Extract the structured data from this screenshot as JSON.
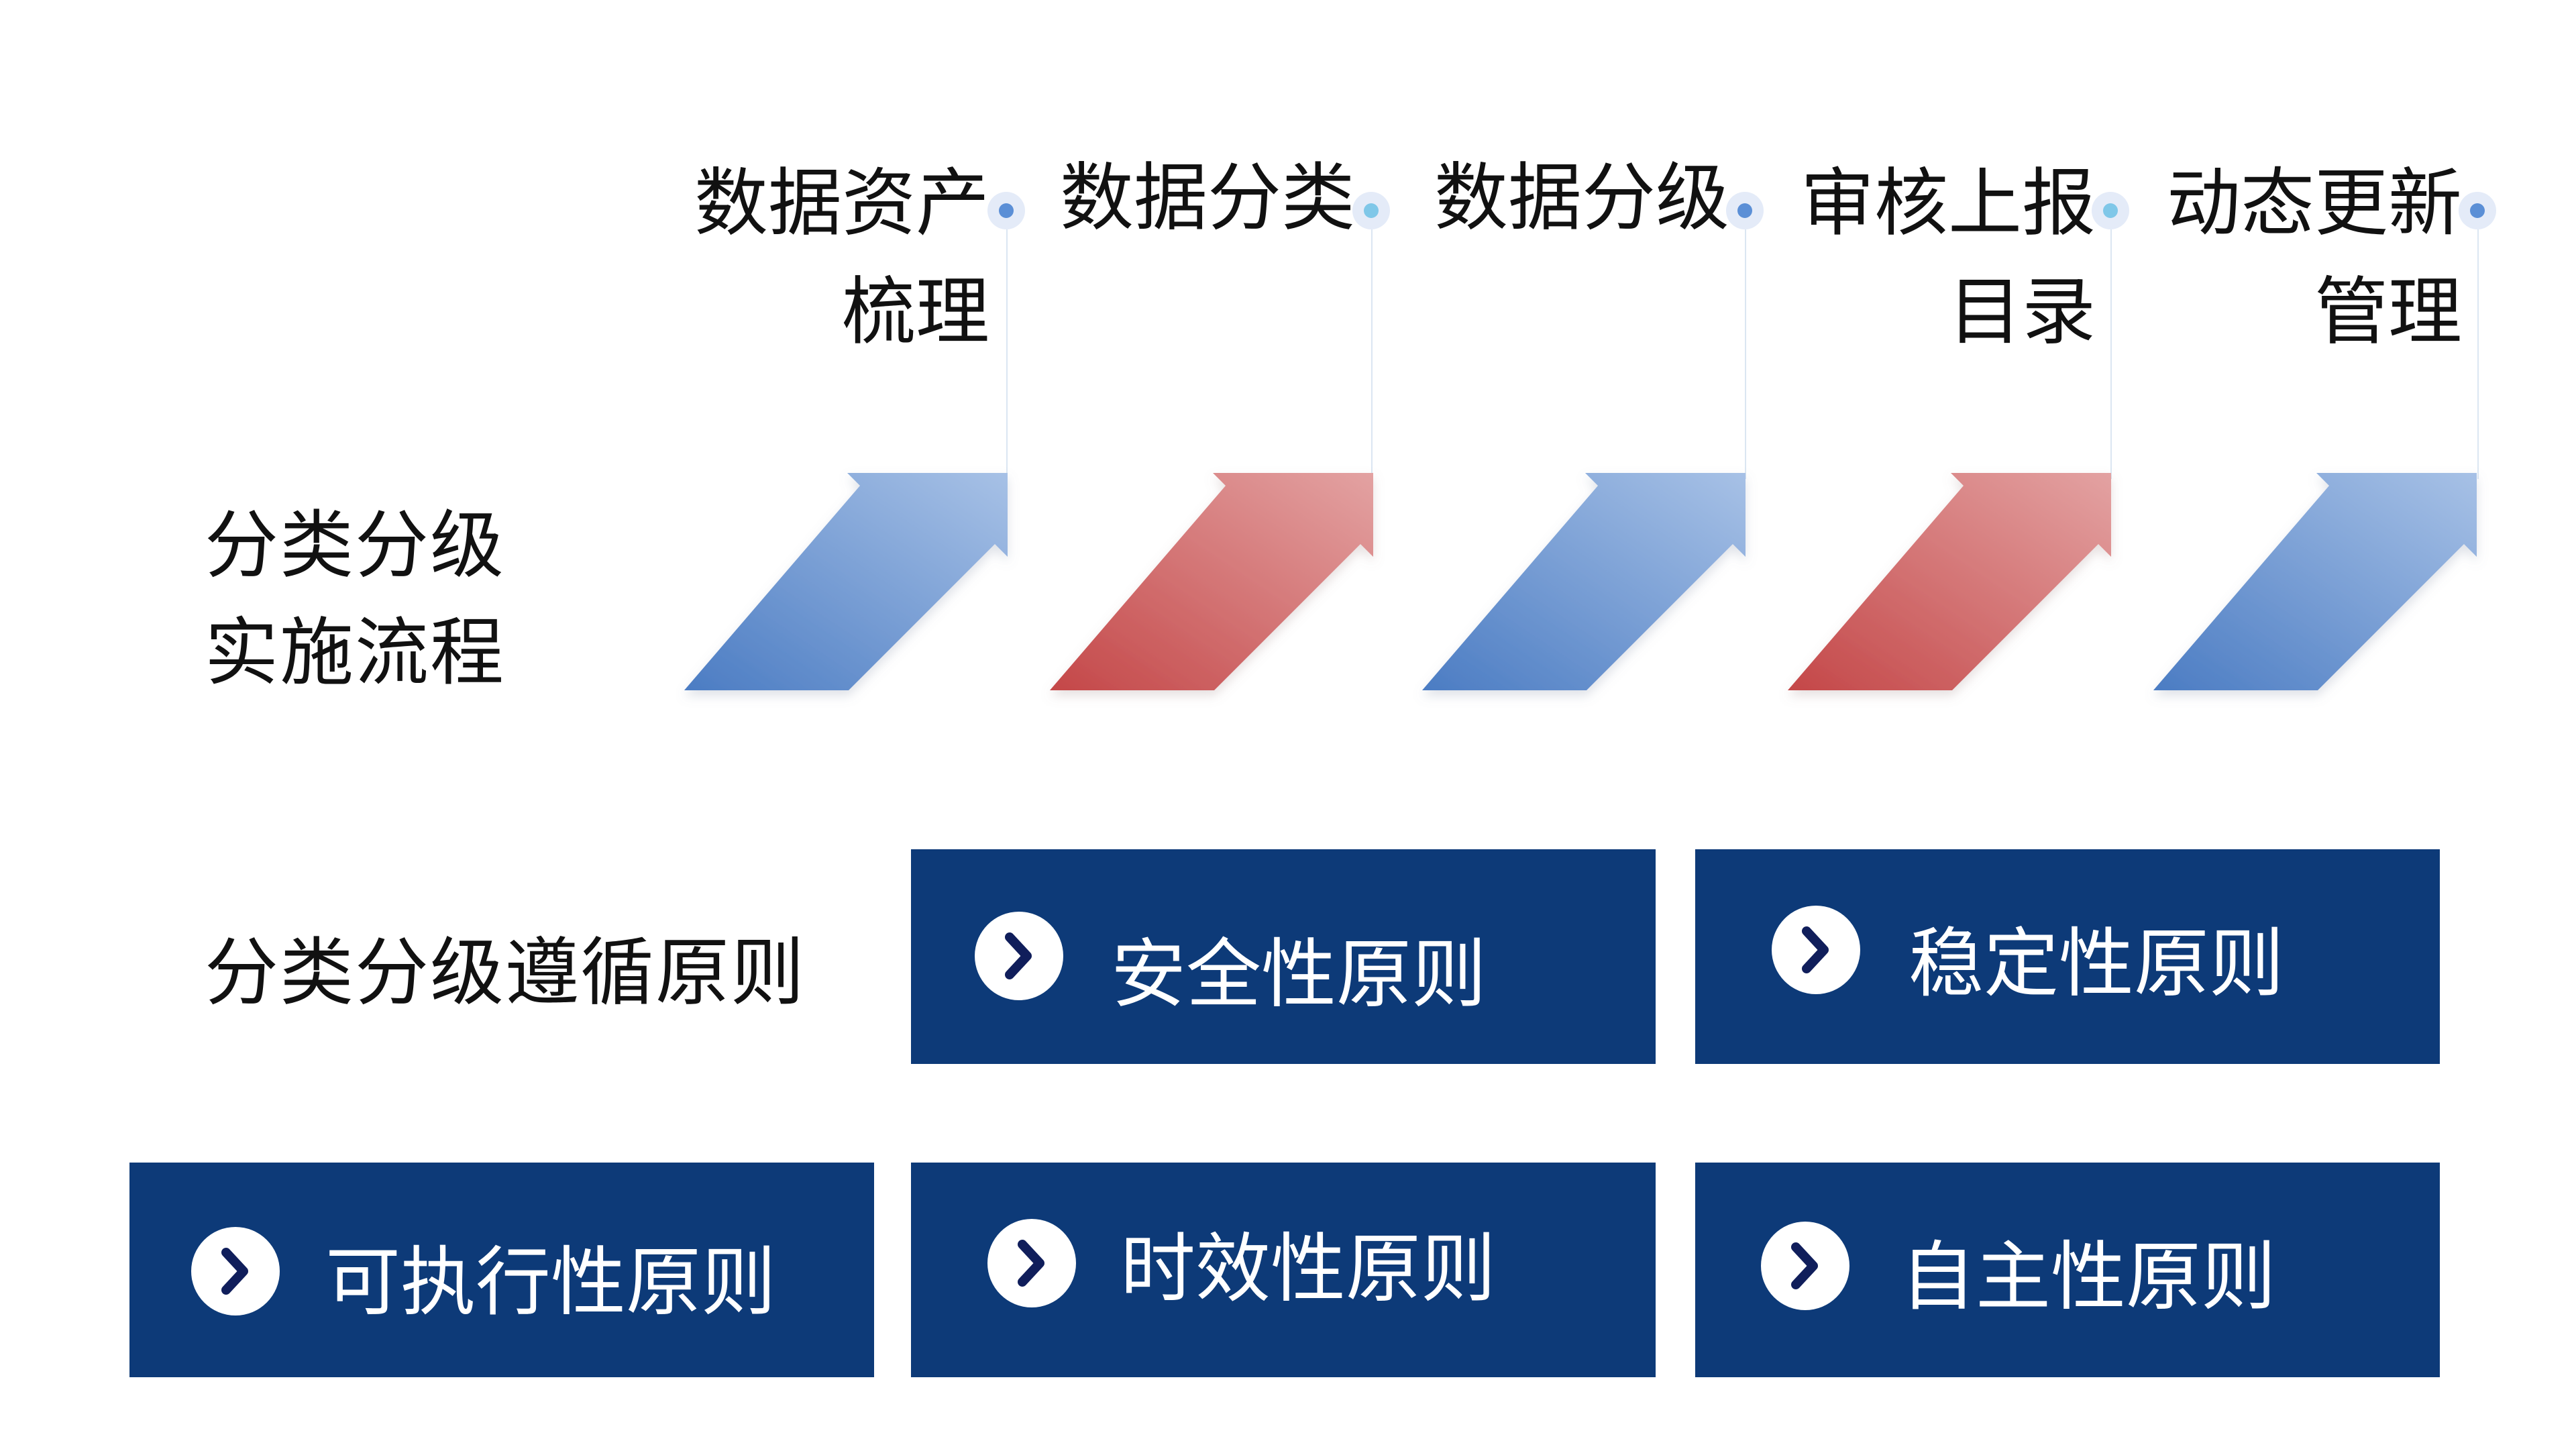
{
  "flow": {
    "label": "分类分级\n实施流程",
    "steps": [
      {
        "title": "数据资产\n梳理",
        "color": "blue"
      },
      {
        "title": "数据分类",
        "color": "red"
      },
      {
        "title": "数据分级",
        "color": "blue"
      },
      {
        "title": "审核上报\n目录",
        "color": "red"
      },
      {
        "title": "动态更新\n管理",
        "color": "blue"
      }
    ]
  },
  "principles": {
    "label": "分类分级遵循原则",
    "items": [
      {
        "label": "安全性原则",
        "icon": "chevron-right-icon"
      },
      {
        "label": "稳定性原则",
        "icon": "chevron-right-icon"
      },
      {
        "label": "可执行性原则",
        "icon": "chevron-right-icon"
      },
      {
        "label": "时效性原则",
        "icon": "chevron-right-icon"
      },
      {
        "label": "自主性原则",
        "icon": "chevron-right-icon"
      }
    ]
  },
  "colors": {
    "blue_start": "#4b7cc3",
    "blue_end": "#a7c1e6",
    "red_start": "#c44748",
    "red_end": "#e3a2a2",
    "principle_bg": "#0d3a78",
    "connector": "#dbe6f2",
    "chevron": "#101e5b"
  }
}
